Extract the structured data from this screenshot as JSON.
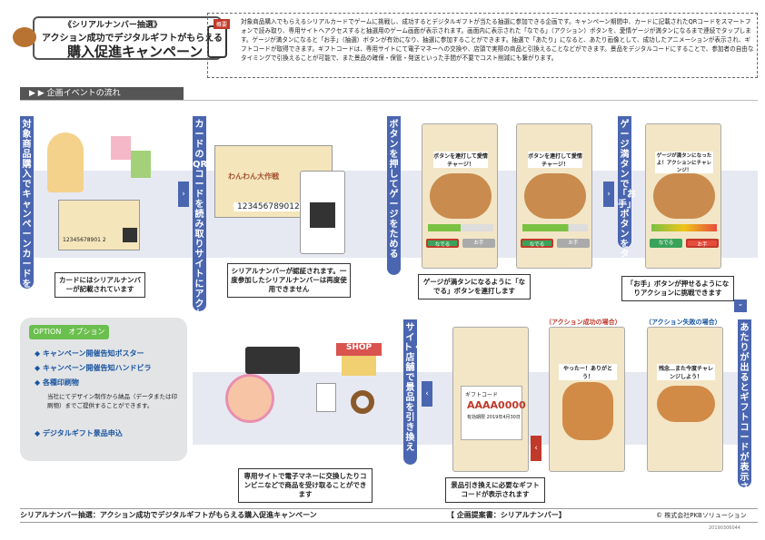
{
  "header": {
    "title_line1": "《シリアルナンバー抽選》",
    "title_line2": "アクション成功でデジタルギフトがもらえる",
    "title_line3": "購入促進キャンペーン",
    "summary_label": "概要",
    "summary_text": "対象商品購入でもらえるシリアルカードでゲームに挑戦し、成功するとデジタルギフトが当たる抽選に参加できる企画です。キャンペーン期間中、カードに記載されたQRコードをスマートフォンで読み取り、専用サイトへアクセスすると抽選用のゲーム画面が表示されます。画面内に表示された「なでる」（アクション）ボタンを、愛情ゲージが満タンになるまで連続でタップします。ゲージが満タンになると「お手」（抽選）ボタンが有効になり、抽選に参加することができます。抽選で「あたり」になると、あたり画像として、成功したアニメーションが表示され、ギフトコードが取得できます。ギフトコードは、専用サイトにて電子マネーへの交換や、店頭で実際の商品と引換えることなどができます。景品をデジタルコードにすることで、参加者の自由なタイミングで引換えることが可能で、また景品の確保・保管・発送といった手間が不要でコスト削減にも繋がります。"
  },
  "section_title": "企画イベントの流れ",
  "steps": [
    {
      "vertical": "対象商品購入でキャンペーンカードを取得",
      "callout": "カードにはシリアルナンバーが記載されています",
      "card_serial": "12345678901 2"
    },
    {
      "vertical": "カードのQRコードを読み取りサイトにアクセス",
      "callout": "シリアルナンバーが認証されます。一度参加したシリアルナンバーは再度使用できません",
      "card_serial": "123456789012",
      "card_title": "わんわん大作戦"
    },
    {
      "vertical": "ボタンを押してゲージをためる",
      "callout": "ゲージが満タンになるように「なでる」ボタンを連打します",
      "screen_text": "ボタンを連打して愛情チャージ！"
    },
    {
      "vertical": "ゲージ満タンで「お手」ボタンをタップ",
      "callout": "「お手」ボタンが押せるようになりアクションに挑戦できます",
      "screen_text": "ゲージが満タンになったよ！アクションにチャレンジ！"
    },
    {
      "vertical": "あたりが出るとギフトコードが表示される",
      "success_label": "（アクション成功の場合）",
      "fail_label": "（アクション失敗の場合）",
      "success_text": "やったー！ありがとう！",
      "fail_text": "残念…また今度チャレンジしよう！"
    },
    {
      "vertical": "サイト・店舗で景品を引き換え",
      "callout": "景品引き換えに必要なギフトコードが表示されます",
      "gift_code_label": "ギフトコード",
      "gift_code": "AAAA0000",
      "gift_expiry": "有効期限 2019年4月30日"
    },
    {
      "callout": "専用サイトで電子マネーに交換したりコンビニなどで商品を受け取ることができます",
      "shop_sign": "SHOP"
    }
  ],
  "buttons": {
    "naderu": "なでる",
    "ote": "お手"
  },
  "option": {
    "badge": "OPTION　オプション",
    "items": [
      "キャンペーン開催告知ポスター",
      "キャンペーン開催告知ハンドビラ",
      "各種印刷物"
    ],
    "note": "当社にてデザイン制作から納品（データまたは印刷物）までご提供することができます。",
    "extra": "デジタルギフト景品申込"
  },
  "footer": {
    "left": "シリアルナンバー抽選：アクション成功でデジタルギフトがもらえる購入促進キャンペーン",
    "center": "【 企画提案書：シリアルナンバー】",
    "right": "© 株式会社PKBソリューション",
    "code": "20190306044"
  },
  "colors": {
    "accent_blue": "#4a66b0",
    "accent_red": "#c0392b",
    "option_green": "#6bbf4e"
  }
}
